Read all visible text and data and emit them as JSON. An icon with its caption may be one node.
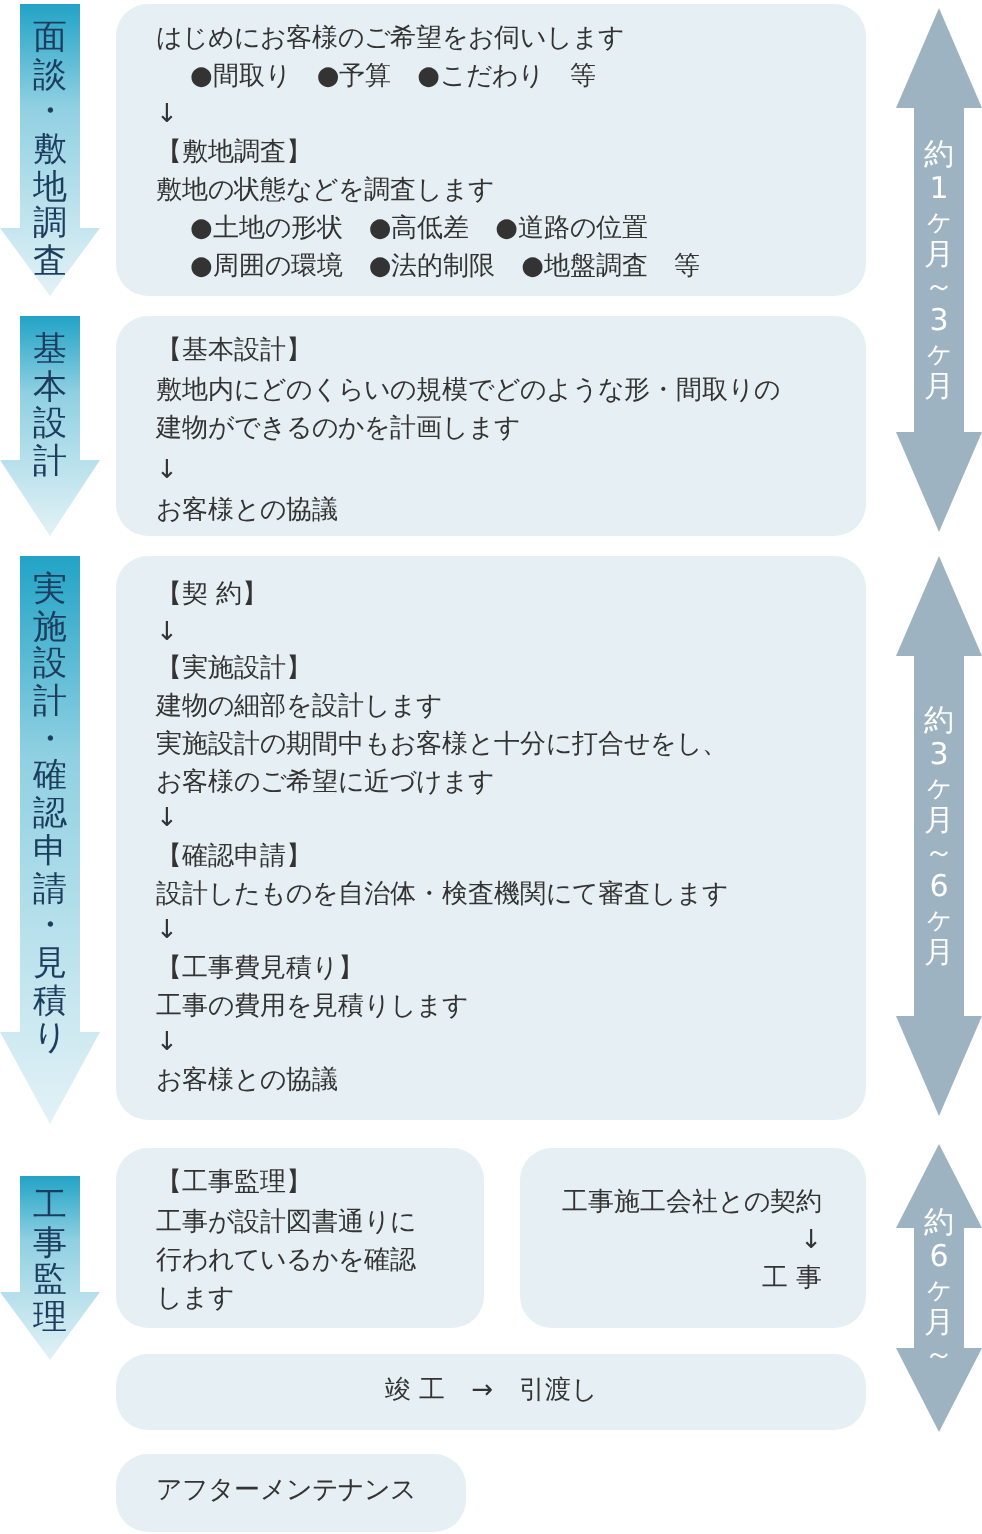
{
  "diagram": {
    "nodes": [
      {
        "text": [
          "面談・敷地調査"
        ]
      },
      {
        "text": [
          "はじめにお客様のご希望をお伺いします",
          "●間取り　●予算　●こだわり　等",
          "↓",
          "【敷地調査】",
          "敷地の状態などを調査します",
          "●土地の形状　●高低差　●道路の位置",
          "●周囲の環境　●法的制限　●地盤調査　等"
        ]
      },
      {
        "text": [
          "約1ヶ月～3ヶ月"
        ]
      },
      {
        "text": [
          "基本設計"
        ]
      },
      {
        "text": [
          "【基本設計】",
          "敷地内にどのくらいの規模でどのような形・間取りの建物ができるのかを計画します",
          "↓",
          "お客様との協議"
        ]
      },
      {
        "text": [
          "実施設計・確認申請・見積り"
        ]
      },
      {
        "text": [
          "【契 約】",
          "↓",
          "【実施設計】",
          "建物の細部を設計します",
          "実施設計の期間中もお客様と十分に打合せをし、",
          "お客様のご希望に近づけます",
          "↓",
          "【確認申請】",
          "設計したものを自治体・検査機関にて審査します",
          "↓",
          "【工事費見積り】",
          "工事の費用を見積りします",
          "↓",
          "お客様との協議"
        ]
      },
      {
        "text": [
          "約3ヶ月～6ヶ月"
        ]
      },
      {
        "text": [
          "工事監理"
        ]
      },
      {
        "text": [
          "【工事監理】",
          "工事が設計図書通りに行われているかを確認します"
        ]
      },
      {
        "text": [
          "工事施工会社との契約",
          "↓",
          "工 事"
        ]
      },
      {
        "text": [
          "約6ヶ月～"
        ]
      },
      {
        "text": [
          "竣 工　→　引渡し"
        ]
      },
      {
        "text": [
          "アフターメンテナンス"
        ]
      }
    ]
  }
}
